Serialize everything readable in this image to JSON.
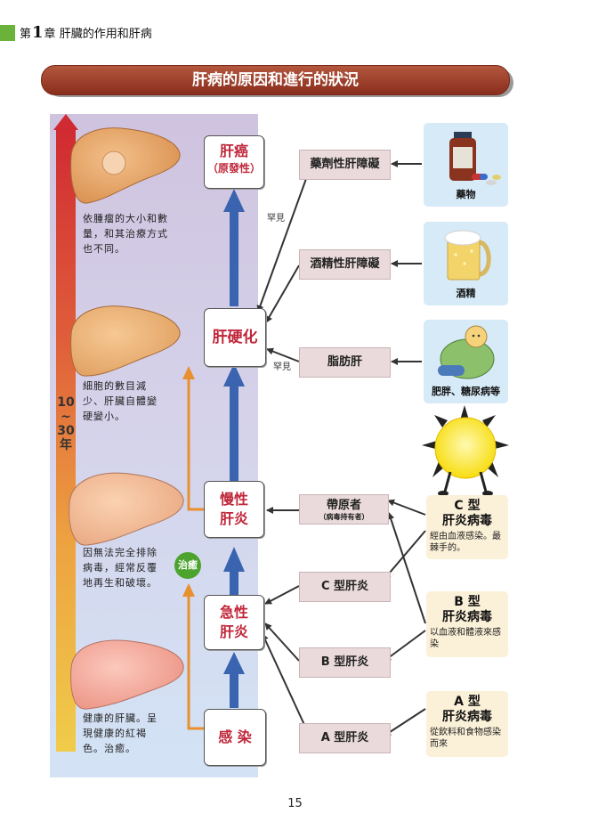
{
  "header": {
    "chapter_prefix": "第",
    "chapter_number": "1",
    "chapter_suffix": "章",
    "chapter_title": "肝臟的作用和肝病"
  },
  "title": "肝病的原因和進行的狀況",
  "timeline": {
    "line1": "10",
    "line2": "~",
    "line3": "30",
    "line4": "年"
  },
  "livers": [
    {
      "caption": "依腫瘤的大小和數量，和其治療方式也不同。"
    },
    {
      "caption": "細胞的數目減少、肝臟自體變硬變小。"
    },
    {
      "caption": "因無法完全排除病毒，經常反覆地再生和破壞。"
    },
    {
      "caption": "健康的肝臟。呈現健康的紅褐色。治癒。"
    }
  ],
  "stages": {
    "cancer": {
      "line1": "肝癌",
      "line2": "（原發性）"
    },
    "cirrhosis": {
      "line1": "肝硬化"
    },
    "chronic": {
      "line1": "慢性",
      "line2": "肝炎"
    },
    "acute": {
      "line1": "急性",
      "line2": "肝炎"
    },
    "infection": {
      "line1": "感 染"
    }
  },
  "cure": "治癒",
  "rare_labels": [
    "罕見",
    "罕見"
  ],
  "mid_boxes": {
    "drug_liver": "藥劑性肝障礙",
    "alcohol_liver": "酒精性肝障礙",
    "fatty_liver": "脂肪肝",
    "carrier": "帶原者",
    "carrier_sub": "（病毒持有者）",
    "hep_c": "C 型肝炎",
    "hep_b": "B 型肝炎",
    "hep_a": "A 型肝炎"
  },
  "cause_cards": {
    "drug": "藥物",
    "alcohol": "酒精",
    "obesity": "肥胖、糖尿病等"
  },
  "viruses": {
    "c": {
      "title1": "C 型",
      "title2": "肝炎病毒",
      "desc": "經由血液感染。最棘手的。"
    },
    "b": {
      "title1": "B 型",
      "title2": "肝炎病毒",
      "desc": "以血液和體液來感染"
    },
    "a": {
      "title1": "A 型",
      "title2": "肝炎病毒",
      "desc": "從飲料和食物感染而來"
    }
  },
  "page_number": "15",
  "colors": {
    "title_bg": "#9e3f2a",
    "stage_text": "#c0273a",
    "up_arrow": "#3a64b0",
    "side_arrow": "#e89030",
    "cure": "#4ca42f"
  }
}
